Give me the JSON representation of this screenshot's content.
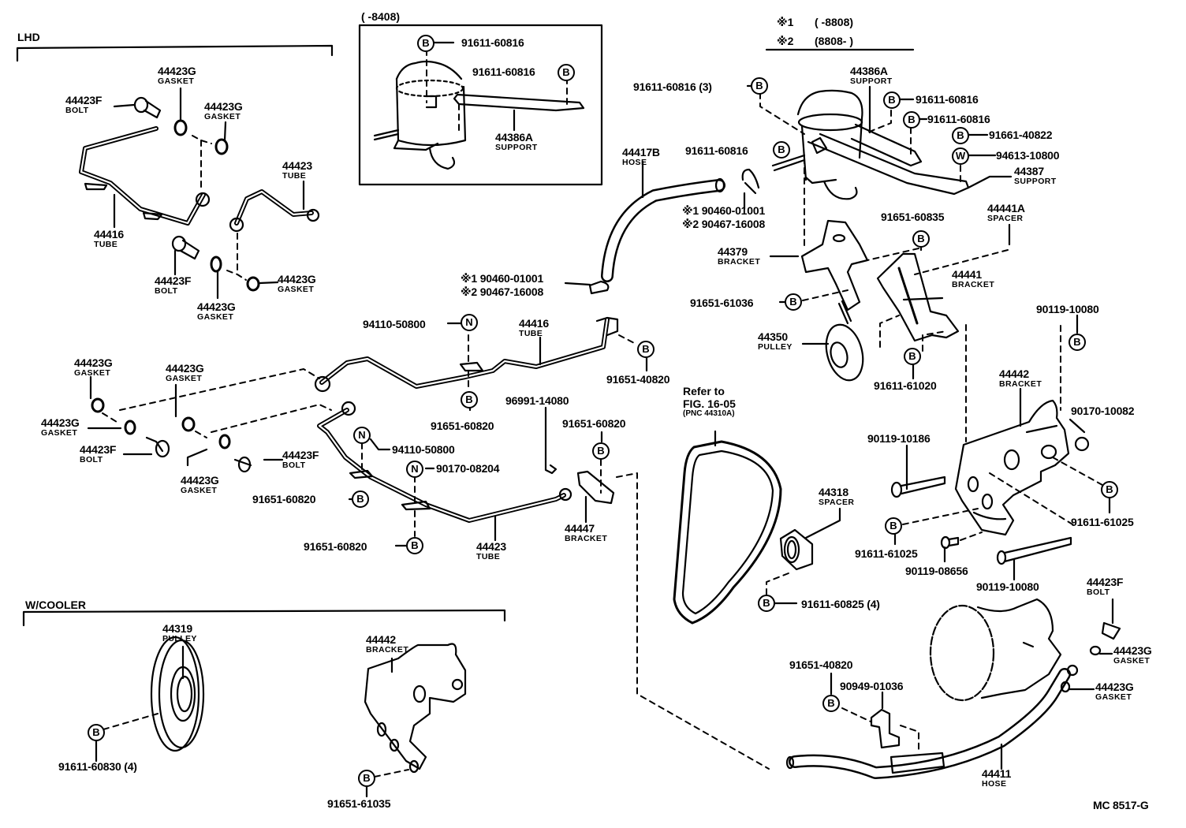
{
  "diagram": {
    "figure_code": "MC 8517-G",
    "sections": {
      "lhd": "LHD",
      "w_cooler": "W/COOLER",
      "inset_range": "(        -8408)",
      "note1_key": "※1",
      "note1_range": "(        -8808)",
      "note2_key": "※2",
      "note2_range": "(8808-        )"
    },
    "reference": {
      "line1": "Refer to",
      "line2": "FIG. 16-05",
      "line3": "(PNC 44310A)"
    },
    "symbols": {
      "bolt": "B",
      "nut": "N",
      "washer": "W"
    },
    "parts": {
      "p44423g_a": {
        "pn": "44423G",
        "name": "GASKET"
      },
      "p44423f_a": {
        "pn": "44423F",
        "name": "BOLT"
      },
      "p44423g_b": {
        "pn": "44423G",
        "name": "GASKET"
      },
      "p44423_tube_lhd": {
        "pn": "44423",
        "name": "TUBE"
      },
      "p44416_tube_lhd": {
        "pn": "44416",
        "name": "TUBE"
      },
      "p44423f_b": {
        "pn": "44423F",
        "name": "BOLT"
      },
      "p44423g_c": {
        "pn": "44423G",
        "name": "GASKET"
      },
      "p44423g_d": {
        "pn": "44423G",
        "name": "GASKET"
      },
      "inset_bolt1": {
        "pn": "91611-60816"
      },
      "inset_bolt2": {
        "pn": "91611-60816"
      },
      "inset_support": {
        "pn": "44386A",
        "name": "SUPPORT"
      },
      "bolt_91611_60816_3": {
        "pn": "91611-60816 (3)"
      },
      "support_44386a": {
        "pn": "44386A",
        "name": "SUPPORT"
      },
      "bolt_91611_60816_r1": {
        "pn": "91611-60816"
      },
      "bolt_91611_60816_r2": {
        "pn": "91611-60816"
      },
      "bolt_91611_60816_l": {
        "pn": "91611-60816"
      },
      "bolt_91661_40822": {
        "pn": "91661-40822"
      },
      "washer_94613_10800": {
        "pn": "94613-10800"
      },
      "support_44387": {
        "pn": "44387",
        "name": "SUPPORT"
      },
      "hose_44417b": {
        "pn": "44417B",
        "name": "HOSE"
      },
      "clamp_upper": {
        "pn1": "90460-01001",
        "pn2": "90467-16008"
      },
      "clamp_lower": {
        "pn1": "90460-01001",
        "pn2": "90467-16008"
      },
      "bolt_91651_60835": {
        "pn": "91651-60835"
      },
      "spacer_44441a": {
        "pn": "44441A",
        "name": "SPACER"
      },
      "bracket_44379": {
        "pn": "44379",
        "name": "BRACKET"
      },
      "bracket_44441": {
        "pn": "44441",
        "name": "BRACKET"
      },
      "bolt_91651_61036": {
        "pn": "91651-61036"
      },
      "pulley_44350": {
        "pn": "44350",
        "name": "PULLEY"
      },
      "bolt_91611_61020": {
        "pn": "91611-61020"
      },
      "bolt_90119_10080_top": {
        "pn": "90119-10080"
      },
      "bracket_44442": {
        "pn": "44442",
        "name": "BRACKET"
      },
      "nut_90170_10082": {
        "pn": "90170-10082"
      },
      "bolt_90119_10186": {
        "pn": "90119-10186"
      },
      "bolt_91611_61025_r": {
        "pn": "91611-61025"
      },
      "bolt_91611_61025_l": {
        "pn": "91611-61025"
      },
      "bolt_90119_08656": {
        "pn": "90119-08656"
      },
      "bolt_90119_10080_bot": {
        "pn": "90119-10080"
      },
      "nut_94110_50800_a": {
        "pn": "94110-50800"
      },
      "tube_44416": {
        "pn": "44416",
        "name": "TUBE"
      },
      "bolt_91651_40820_a": {
        "pn": "91651-40820"
      },
      "bolt_91651_60820_a": {
        "pn": "91651-60820"
      },
      "clip_96991_14080": {
        "pn": "96991-14080"
      },
      "bolt_91651_60820_b": {
        "pn": "91651-60820"
      },
      "gasket_l1": {
        "pn": "44423G",
        "name": "GASKET"
      },
      "gasket_l2": {
        "pn": "44423G",
        "name": "GASKET"
      },
      "gasket_l3": {
        "pn": "44423G",
        "name": "GASKET"
      },
      "gasket_l4": {
        "pn": "44423G",
        "name": "GASKET"
      },
      "bolt_l1": {
        "pn": "44423F",
        "name": "BOLT"
      },
      "bolt_l2": {
        "pn": "44423F",
        "name": "BOLT"
      },
      "nut_94110_50800_b": {
        "pn": "94110-50800"
      },
      "nut_90170_08204": {
        "pn": "90170-08204"
      },
      "bolt_91651_60820_c": {
        "pn": "91651-60820"
      },
      "bolt_91651_60820_d": {
        "pn": "91651-60820"
      },
      "tube_44423": {
        "pn": "44423",
        "name": "TUBE"
      },
      "bracket_44447": {
        "pn": "44447",
        "name": "BRACKET"
      },
      "spacer_44318": {
        "pn": "44318",
        "name": "SPACER"
      },
      "bolt_91611_60825": {
        "pn": "91611-60825 (4)"
      },
      "pulley_44319": {
        "pn": "44319",
        "name": "PULLEY"
      },
      "bolt_91611_60830": {
        "pn": "91611-60830 (4)"
      },
      "bracket_44442_cooler": {
        "pn": "44442",
        "name": "BRACKET"
      },
      "bolt_91651_61035": {
        "pn": "91651-61035"
      },
      "bolt_91651_40820_b": {
        "pn": "91651-40820"
      },
      "clamp_90949_01036": {
        "pn": "90949-01036"
      },
      "bolt_44423f_r": {
        "pn": "44423F",
        "name": "BOLT"
      },
      "gasket_r1": {
        "pn": "44423G",
        "name": "GASKET"
      },
      "gasket_r2": {
        "pn": "44423G",
        "name": "GASKET"
      },
      "hose_44411": {
        "pn": "44411",
        "name": "HOSE"
      }
    }
  }
}
